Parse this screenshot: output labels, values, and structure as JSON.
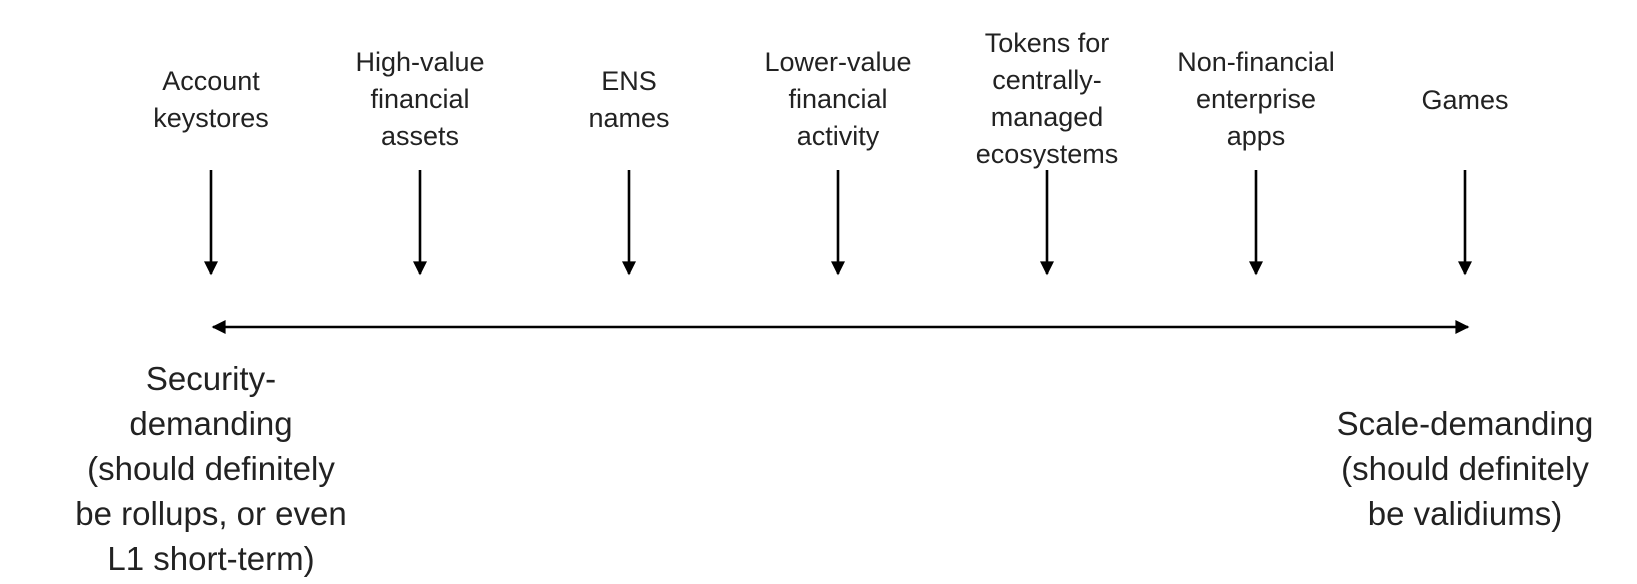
{
  "diagram": {
    "categories": [
      {
        "id": "account-keystores",
        "label": "Account\nkeystores"
      },
      {
        "id": "high-value-financial-assets",
        "label": "High-value\nfinancial\nassets"
      },
      {
        "id": "ens-names",
        "label": "ENS\nnames"
      },
      {
        "id": "lower-value-financial-activity",
        "label": "Lower-value\nfinancial\nactivity"
      },
      {
        "id": "tokens-centrally-managed-ecosystems",
        "label": "Tokens for\ncentrally-\nmanaged\necosystems"
      },
      {
        "id": "non-financial-enterprise-apps",
        "label": "Non-financial\nenterprise\napps"
      },
      {
        "id": "games",
        "label": "Games"
      }
    ],
    "spectrum": {
      "left_label": "Security-\ndemanding\n(should definitely\nbe rollups, or even\nL1 short-term)",
      "right_label": "Scale-demanding\n(should definitely\nbe validiums)"
    }
  }
}
